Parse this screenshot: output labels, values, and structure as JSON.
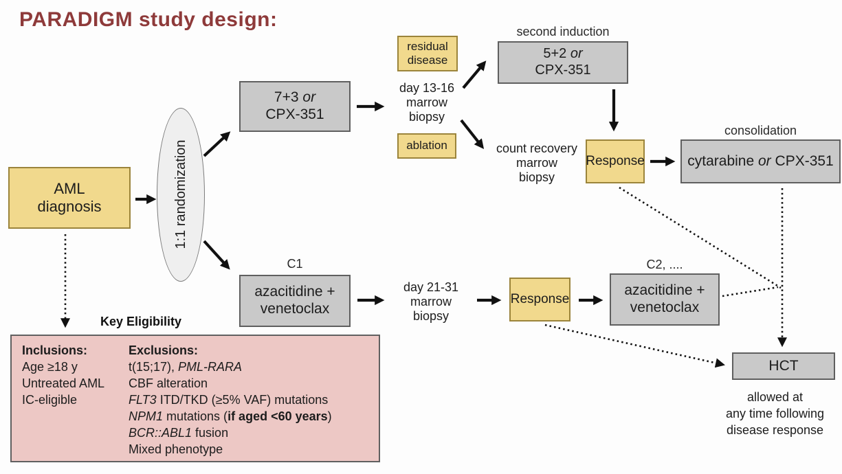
{
  "title": "PARADIGM study design:",
  "palette": {
    "title_color": "#8e3a3a",
    "yellow_fill": "#f1d98d",
    "yellow_border": "#9b843b",
    "gray_fill": "#c9c9c9",
    "gray_border": "#5f5f5f",
    "pink_fill": "#edc8c5",
    "ellipse_fill": "#efefef",
    "arrow_color": "#111111"
  },
  "nodes": {
    "aml": {
      "line1": "AML",
      "line2": "diagnosis"
    },
    "randomization": "1:1 randomization",
    "induction1": {
      "t1": "7+3 ",
      "or": "or",
      "line2": "CPX-351"
    },
    "residual": {
      "line1": "residual",
      "line2": "disease"
    },
    "biopsy1": {
      "line1": "day 13-16",
      "line2": "marrow",
      "line3": "biopsy"
    },
    "ablation": "ablation",
    "second_induction_label": "second induction",
    "second_induction": {
      "t1": "5+2 ",
      "or": "or",
      "line2": "CPX-351"
    },
    "count_recovery": {
      "line1": "count recovery",
      "line2": "marrow",
      "line3": "biopsy"
    },
    "response1": "Response",
    "consolidation_label": "consolidation",
    "consolidation": {
      "t1": "cytarabine ",
      "or": "or",
      "t2": " CPX-351"
    },
    "c1_label": "C1",
    "cycle1": {
      "line1": "azacitidine +",
      "line2": "venetoclax"
    },
    "biopsy2": {
      "line1": "day 21-31",
      "line2": "marrow",
      "line3": "biopsy"
    },
    "response2": "Response",
    "c2_label": "C2, ....",
    "cycle2": {
      "line1": "azacitidine +",
      "line2": "venetoclax"
    },
    "hct": "HCT",
    "hct_caption": {
      "line1": "allowed at",
      "line2": "any time following",
      "line3": "disease response"
    }
  },
  "eligibility": {
    "label": "Key Eligibility",
    "inclusions_header": "Inclusions:",
    "inclusions": [
      "Age ≥18 y",
      "Untreated AML",
      "IC-eligible"
    ],
    "exclusions_header": "Exclusions:",
    "exclusions": {
      "e1": {
        "a": "t(15;17), ",
        "b": "PML-RARA"
      },
      "e2": "CBF alteration",
      "e3": {
        "a": "FLT3",
        "b": " ITD/TKD (≥5% VAF) mutations"
      },
      "e4": {
        "a": "NPM1",
        "b": " mutations (",
        "c": "if aged <60 years",
        "d": ")"
      },
      "e5": {
        "a": "BCR::ABL1",
        "b": " fusion"
      },
      "e6": "Mixed phenotype"
    }
  }
}
